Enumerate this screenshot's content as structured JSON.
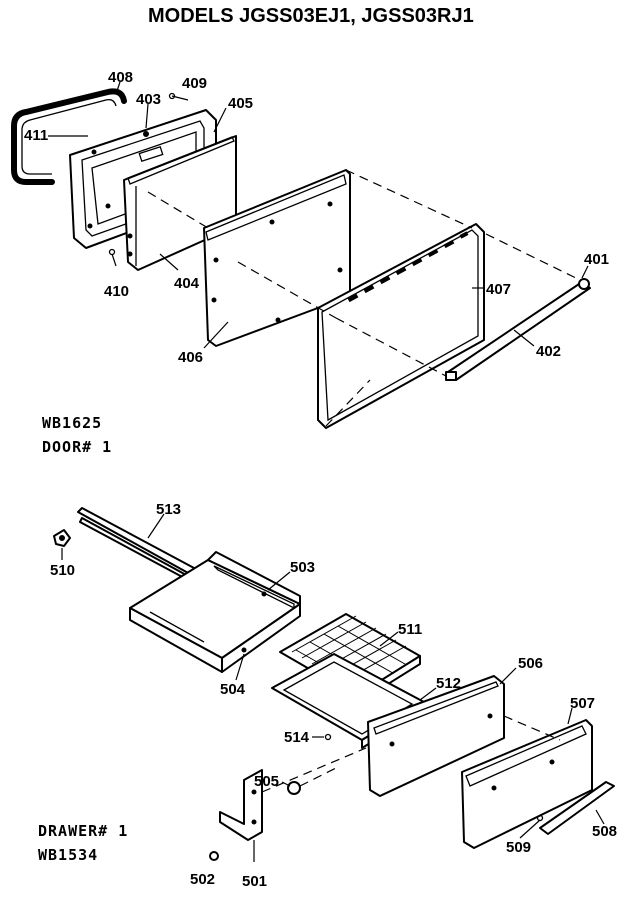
{
  "title": "MODELS JGSS03EJ1, JGSS03RJ1",
  "door_section": {
    "caption_line1": "WB1625",
    "caption_line2": "DOOR# 1",
    "labels": {
      "p408_top": "408",
      "p409": "409",
      "p403": "403",
      "p405": "405",
      "p411": "411",
      "p410": "410",
      "p404": "404",
      "p406": "406",
      "p407": "407",
      "p401": "401",
      "p402": "402"
    }
  },
  "drawer_section": {
    "caption_line1": "DRAWER# 1",
    "caption_line2": "WB1534",
    "labels": {
      "p513": "513",
      "p510": "510",
      "p503": "503",
      "p511": "511",
      "p504": "504",
      "p506": "506",
      "p512": "512",
      "p507": "507",
      "p514": "514",
      "p505": "505",
      "p509": "509",
      "p508": "508",
      "p502": "502",
      "p501": "501"
    }
  }
}
